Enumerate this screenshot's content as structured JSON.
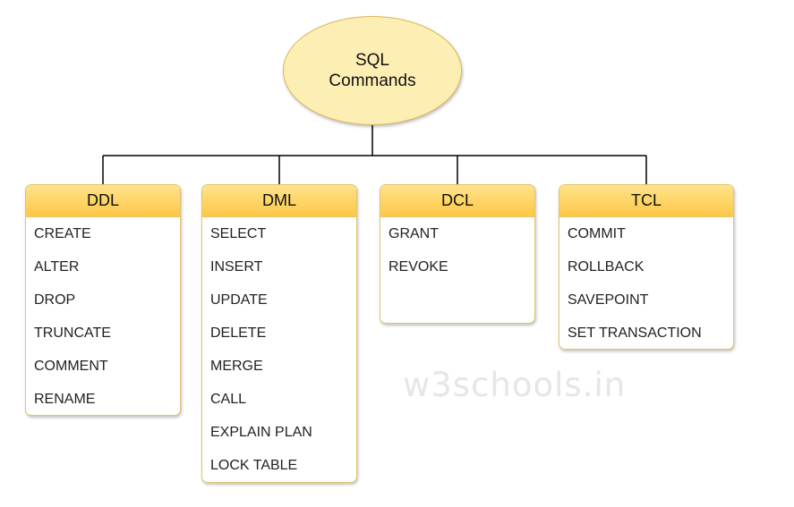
{
  "root": {
    "line1": "SQL",
    "line2": "Commands"
  },
  "categories": [
    {
      "title": "DDL",
      "items": [
        "CREATE",
        "ALTER",
        "DROP",
        "TRUNCATE",
        "COMMENT",
        "RENAME"
      ]
    },
    {
      "title": "DML",
      "items": [
        "SELECT",
        "INSERT",
        "UPDATE",
        "DELETE",
        "MERGE",
        "CALL",
        "EXPLAIN PLAN",
        "LOCK TABLE"
      ]
    },
    {
      "title": "DCL",
      "items": [
        "GRANT",
        "REVOKE"
      ]
    },
    {
      "title": "TCL",
      "items": [
        "COMMIT",
        "ROLLBACK",
        "SAVEPOINT",
        "SET TRANSACTION"
      ]
    }
  ],
  "watermark": "w3schools.in",
  "colors": {
    "node_fill": "#fdefb4",
    "header_fill": "#fcd25e",
    "border": "#e2c46e",
    "connector": "#000000"
  }
}
